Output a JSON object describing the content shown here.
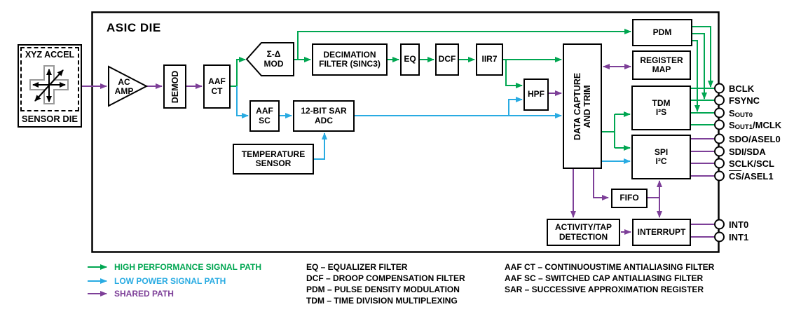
{
  "title": "ASIC DIE",
  "sensor": {
    "top_label": "XYZ ACCEL",
    "bottom_label": "SENSOR DIE"
  },
  "blocks": {
    "ac_amp": "AC\nAMP",
    "demod": "DEMOD",
    "aaf_ct": "AAF\nCT",
    "sd_mod": "Σ-Δ\nMOD",
    "decimation": "DECIMATION\nFILTER (SINC3)",
    "eq": "EQ",
    "dcf": "DCF",
    "iir7": "IIR7",
    "aaf_sc": "AAF\nSC",
    "sar_adc": "12-BIT SAR\nADC",
    "temp_sensor": "TEMPERATURE\nSENSOR",
    "hpf": "HPF",
    "data_capture": "DATA CAPTURE\nAND TRIM",
    "pdm": "PDM",
    "register_map": "REGISTER\nMAP",
    "tdm_i2s": "TDM\nI²S",
    "spi_i2c": "SPI\nI²C",
    "fifo": "FIFO",
    "interrupt": "INTERRUPT",
    "activity": "ACTIVITY/TAP\nDETECTION"
  },
  "pins": [
    {
      "main": "BCLK"
    },
    {
      "main": "FSYNC"
    },
    {
      "main": "S",
      "sub": "OUT0"
    },
    {
      "main": "S",
      "sub": "OUT1",
      "suffix": "/MCLK"
    },
    {
      "main": "SDO/ASEL0"
    },
    {
      "main": "SDI/SDA"
    },
    {
      "main": "SCLK/SCL"
    },
    {
      "over": "CS",
      "suffix": "/ASEL1"
    },
    {
      "main": "INT0"
    },
    {
      "main": "INT1"
    }
  ],
  "legend": [
    {
      "label": "HIGH PERFORMANCE SIGNAL PATH",
      "color": "#00A651"
    },
    {
      "label": "LOW POWER SIGNAL PATH",
      "color": "#29ABE2"
    },
    {
      "label": "SHARED PATH",
      "color": "#7D3F98"
    }
  ],
  "abbr1": [
    "EQ – EQUALIZER FILTER",
    "DCF – DROOP COMPENSATION FILTER",
    "PDM – PULSE DENSITY MODULATION",
    "TDM – TIME DIVISION MULTIPLEXING"
  ],
  "abbr2": [
    "AAF CT – CONTINUOUSTIME ANTIALIASING FILTER",
    "AAF SC – SWITCHED CAP ANTIALIASING FILTER",
    "SAR – SUCCESSIVE APPROXIMATION REGISTER"
  ],
  "colors": {
    "high_performance_path": "#00A651",
    "low_power_path": "#29ABE2",
    "shared_path": "#7D3F98",
    "line_black": "#000000"
  }
}
